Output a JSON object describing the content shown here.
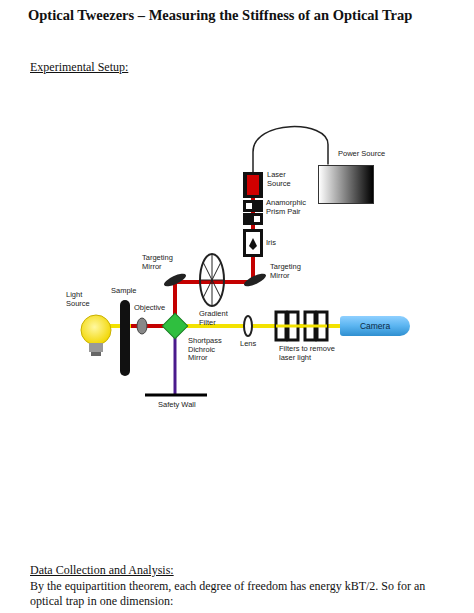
{
  "diagram": {
    "title": "Optical Tweezers – Measuring the Stiffness of an Optical Trap",
    "nodes": [
      {
        "text": [
          "Power Source"
        ]
      },
      {
        "text": [
          "Laser Source"
        ]
      },
      {
        "text": [
          "Camera"
        ]
      }
    ],
    "edges": [
      {
        "from": 1,
        "to": 0,
        "arrow": "none"
      }
    ],
    "labels": [
      "Experimental Setup:",
      "Anamorphic Prism Pair",
      "Iris",
      "Targeting Mirror",
      "Targeting Mirror",
      "Gradient Filter",
      "Light Source",
      "Sample",
      "Objective",
      "Shortpass Dichroic Mirror",
      "Lens",
      "Filters to remove laser light",
      "Safety Wall",
      "Data Collection and Analysis:",
      "By the equipartition theorem, each degree of freedom has energy kBT/2. So for an optical trap in one dimension:"
    ]
  }
}
